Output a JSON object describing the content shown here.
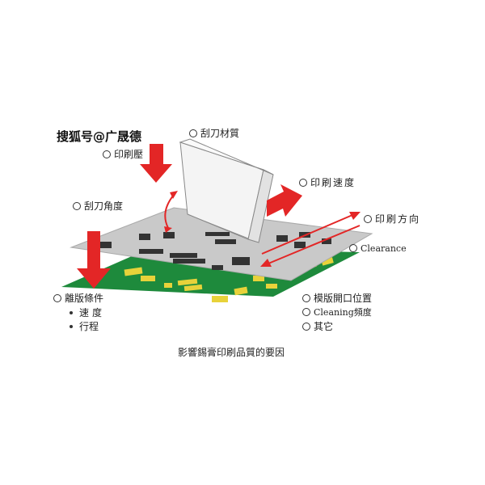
{
  "watermark": "搜狐号@广晟德",
  "caption": "影響錫膏印刷品質的要因",
  "labels": {
    "blade_material": "刮刀材質",
    "print_pressure": "印刷壓",
    "blade_angle": "刮刀角度",
    "print_speed": "印刷速度",
    "print_direction": "印刷方向",
    "clearance": "Clearance",
    "separation_conditions": "離版條件",
    "separation_speed": "速度",
    "separation_stroke": "行程",
    "stencil_opening_position": "模版開口位置",
    "cleaning_frequency": "Cleaning頻度",
    "other": "其它"
  },
  "colors": {
    "arrow_red": "#e32626",
    "pcb_green": "#1e8a3c",
    "pad_yellow": "#e8d23a",
    "stencil_gray": "#c9c9c9",
    "aperture_dark": "#333333",
    "blade_light": "#f4f4f4"
  }
}
